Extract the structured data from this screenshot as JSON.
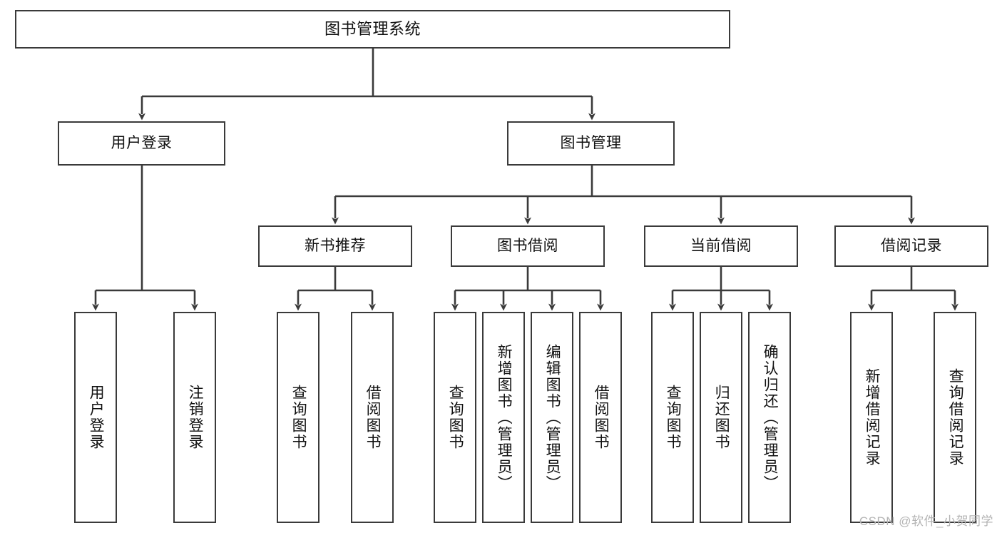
{
  "diagram": {
    "title": "图书管理系统",
    "type": "tree-hierarchy-diagram",
    "colors": {
      "stroke": "#3a3a3a",
      "fill": "#ffffff",
      "text": "#111111",
      "watermark": "#b4b4b4"
    }
  },
  "root": {
    "label": "图书管理系统"
  },
  "level2": [
    {
      "label": "用户登录"
    },
    {
      "label": "图书管理"
    }
  ],
  "level3": [
    {
      "label": "新书推荐"
    },
    {
      "label": "图书借阅"
    },
    {
      "label": "当前借阅"
    },
    {
      "label": "借阅记录"
    }
  ],
  "leaves": {
    "user_login": [
      {
        "label": "用户登录"
      },
      {
        "label": "注销登录"
      }
    ],
    "new_book_recommend": [
      {
        "label": "查询图书"
      },
      {
        "label": "借阅图书"
      }
    ],
    "book_borrow": [
      {
        "label": "查询图书"
      },
      {
        "label": "新增图书（管理员）"
      },
      {
        "label": "编辑图书（管理员）"
      },
      {
        "label": "借阅图书"
      }
    ],
    "current_borrow": [
      {
        "label": "查询图书"
      },
      {
        "label": "归还图书"
      },
      {
        "label": "确认归还（管理员）"
      }
    ],
    "borrow_record": [
      {
        "label": "新增借阅记录"
      },
      {
        "label": "查询借阅记录"
      }
    ]
  },
  "watermark": {
    "text": "CSDN @软件_小贺同学"
  }
}
